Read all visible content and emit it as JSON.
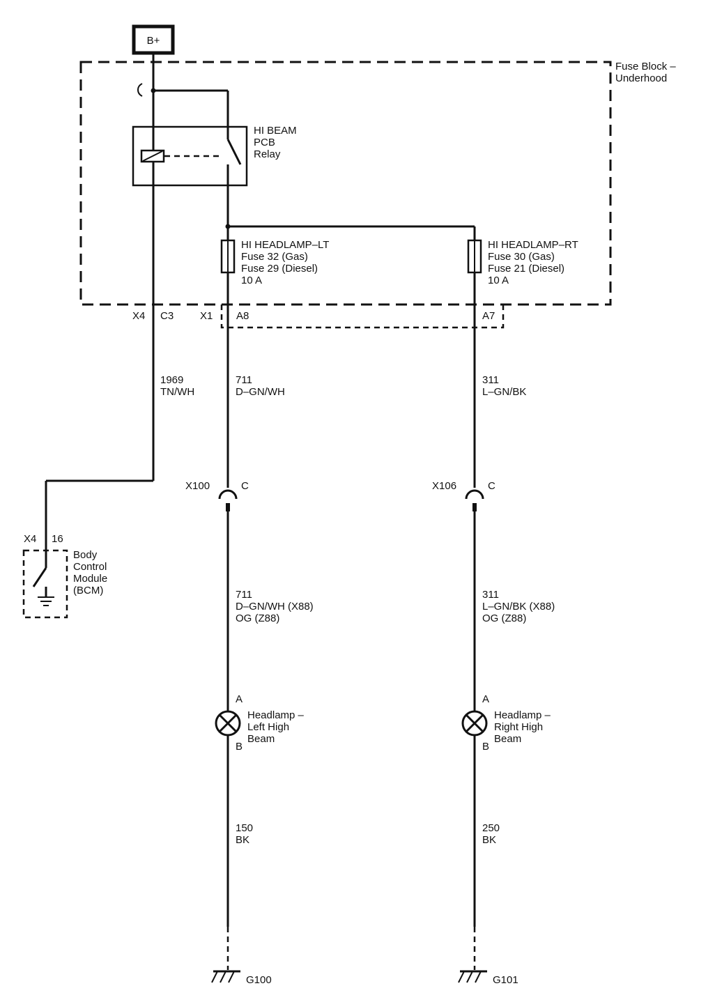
{
  "battery": {
    "label": "B+"
  },
  "fuse_block": {
    "title_line1": "Fuse Block –",
    "title_line2": "Underhood"
  },
  "relay": {
    "line1": "HI BEAM",
    "line2": "PCB",
    "line3": "Relay"
  },
  "fuse_left": {
    "line1": "HI HEADLAMP–LT",
    "line2": "Fuse 32 (Gas)",
    "line3": "Fuse 29 (Diesel)",
    "line4": "10 A"
  },
  "fuse_right": {
    "line1": "HI HEADLAMP–RT",
    "line2": "Fuse 30 (Gas)",
    "line3": "Fuse 21 (Diesel)",
    "line4": "10 A"
  },
  "connectors": {
    "x4": "X4",
    "c3": "C3",
    "x1": "X1",
    "a8": "A8",
    "a7": "A7",
    "x100": "X100",
    "x100_pin": "C",
    "x106": "X106",
    "x106_pin": "C",
    "bcm_conn": "X4",
    "bcm_pin": "16"
  },
  "wires": {
    "w1969_num": "1969",
    "w1969_color": "TN/WH",
    "w711_num": "711",
    "w711_color": "D–GN/WH",
    "w311_num": "311",
    "w311_color": "L–GN/BK",
    "w711b_num": "711",
    "w711b_color1": "D–GN/WH (X88)",
    "w711b_color2": "OG (Z88)",
    "w311b_num": "311",
    "w311b_color1": "L–GN/BK (X88)",
    "w311b_color2": "OG (Z88)",
    "w150_num": "150",
    "w150_color": "BK",
    "w250_num": "250",
    "w250_color": "BK"
  },
  "bcm": {
    "line1": "Body",
    "line2": "Control",
    "line3": "Module",
    "line4": "(BCM)"
  },
  "lamp_left": {
    "pin_a": "A",
    "pin_b": "B",
    "line1": "Headlamp –",
    "line2": "Left High",
    "line3": "Beam"
  },
  "lamp_right": {
    "pin_a": "A",
    "pin_b": "B",
    "line1": "Headlamp –",
    "line2": "Right High",
    "line3": "Beam"
  },
  "grounds": {
    "left": "G100",
    "right": "G101"
  }
}
